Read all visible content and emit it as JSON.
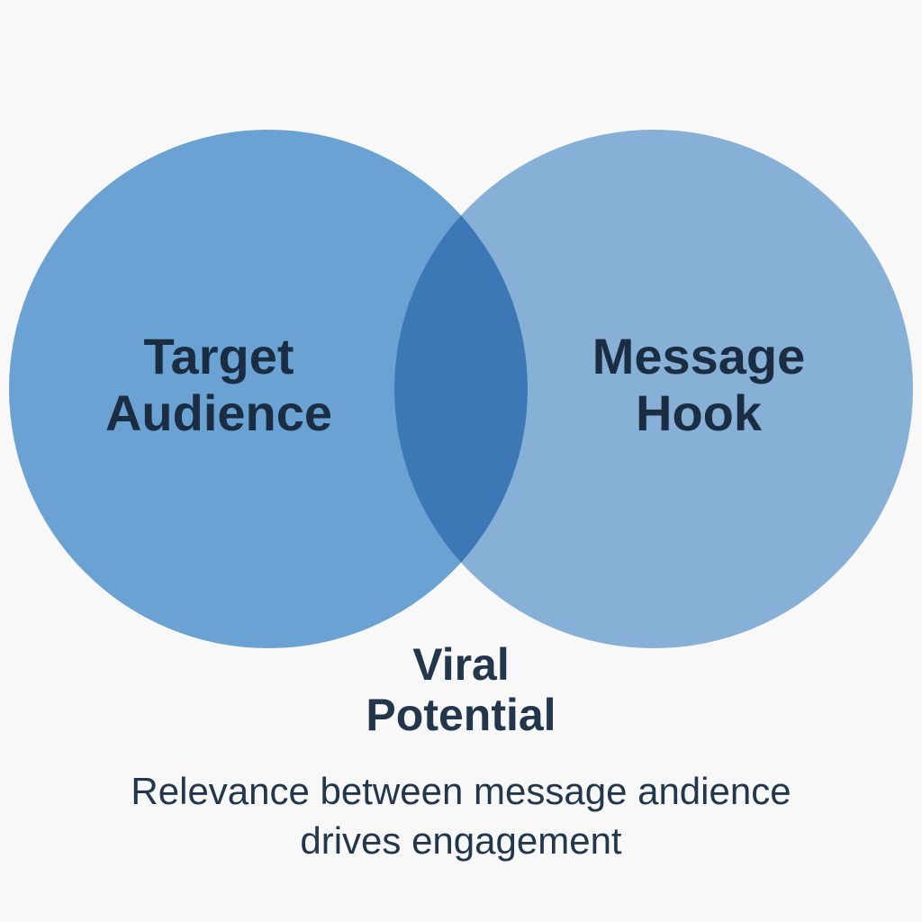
{
  "diagram": {
    "type": "venn",
    "sets": [
      {
        "name": "Target Audience",
        "color": "#6aa3d3"
      },
      {
        "name": "Message Hook",
        "color": "#86b0d6"
      }
    ],
    "intersection": {
      "name": "Viral Potential",
      "color": "#3b78b5"
    },
    "caption": {
      "line1": "Relevance between message andience",
      "line2": "drives engagement"
    }
  },
  "labels": {
    "left_line1": "Target",
    "left_line2": "Audience",
    "right_line1": "Message",
    "right_line2": "Hook",
    "inter_line1": "Viral",
    "inter_line2": "Potential"
  }
}
